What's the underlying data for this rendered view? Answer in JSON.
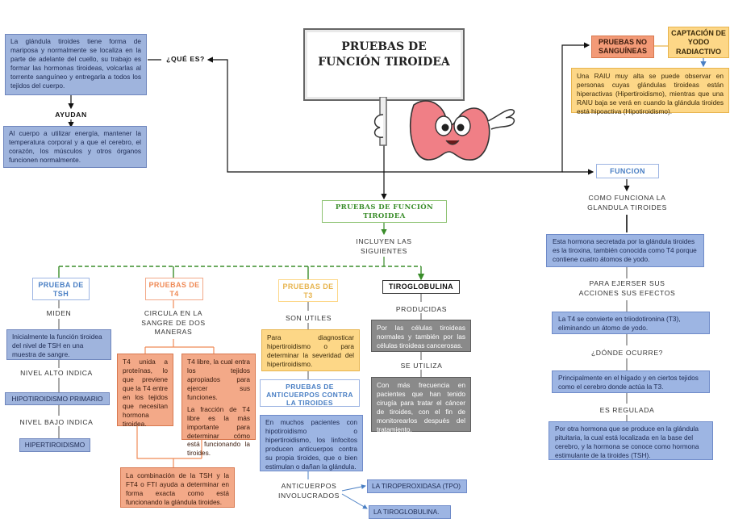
{
  "main_title": "PRUEBAS DE FUNCIÓN TIROIDEA",
  "center_title": "PRUEBAS DE FUNCIÓN TIROIDEA",
  "que_es": {
    "label": "¿QUÉ ES?",
    "text": "La glándula tiroides tiene forma de mariposa y normalmente se localiza en la parte de adelante del cuello, su trabajo es formar las hormonas tiroideas, volcarlas al torrente sanguíneo y entregarla a todos los tejidos del cuerpo.",
    "ayudan_label": "AYUDAN",
    "ayudan_text": "Al cuerpo a utilizar energía, mantener la temperatura corporal y a que el cerebro, el corazón, los músculos y otros órganos funcionen normalmente."
  },
  "no_sanguineas": {
    "label": "PRUEBAS NO SANGUÍNEAS",
    "captacion": "CAPTACIÓN DE YODO RADIACTIVO",
    "text": "Una RAIU muy alta se puede observar en personas cuyas glándulas tiroideas están hiperactivas (Hipertiroidismo), mientras que una RAIU baja se verá en cuando la glándula tiroides está hipoactiva (Hipotiroidismo)."
  },
  "funcion": {
    "label": "FUNCION",
    "como": "COMO FUNCIONA LA GLANDULA TIROIDES",
    "text1": "Esta hormona secretada por la glándula tiroides es la tiroxina, también conocida como T4 porque contiene cuatro átomos de yodo.",
    "para": "PARA EJERSER SUS ACCIONES SUS EFECTOS",
    "text2": "La T4 se convierte en triiodotironina (T3), eliminando un átomo de yodo.",
    "donde": "¿DÓNDE OCURRE?",
    "text3": "Principalmente en el hígado y en ciertos tejidos como el cerebro donde actúa la T3.",
    "regulada": "ES REGULADA",
    "text4": "Por otra hormona que se produce en la glándula pituitaria, la cual está localizada en la base del cerebro, y la hormona se conoce como hormona estimulante de la tiroides (TSH)."
  },
  "incluyen": "INCLUYEN LAS SIGUIENTES",
  "tsh": {
    "label": "PRUEBA DE TSH",
    "miden": "MIDEN",
    "text": "Inicialmente la función tiroidea del nivel de TSH en una muestra de sangre.",
    "alto": "NIVEL ALTO INDICA",
    "hipo": "HIPOTIROIDISMO PRIMARIO",
    "bajo": "NIVEL BAJO INDICA",
    "hiper": "HIPERTIROIDISMO"
  },
  "t4": {
    "label": "PRUEBAS DE T4",
    "circula": "CIRCULA EN LA SANGRE DE DOS MANERAS",
    "left": "T4 unida a proteínas, lo que previene que la T4 entre en los tejidos que necesitan hormona tiroidea.",
    "right1": "T4 libre, la cual entra los tejidos apropiados para ejercer sus funciones.",
    "right2": "La fracción de T4 libre es la más importante para determinar cómo está funcionando la tiroides.",
    "combo": "La combinación de la TSH y la FT4 o FTI ayuda a determinar en forma exacta como está funcionando la glándula tiroides."
  },
  "t3": {
    "label": "PRUEBAS DE T3",
    "utiles": "SON UTILES",
    "text": "Para diagnosticar hipertiroidismo o para determinar la severidad del hipertiroidismo."
  },
  "anticuerpos": {
    "label": "PRUEBAS DE ANTICUERPOS CONTRA LA TIROIDES",
    "text": "En muchos pacientes con hipotiroidismo o hipertiroidismo, los linfocitos producen anticuerpos contra su propia tiroides, que o bien estimulan o dañan la glándula.",
    "involucrados": "ANTICUERPOS INVOLUCRADOS",
    "tpo": "LA TIROPEROXIDASA (TPO)",
    "tiro": "LA TIROGLOBULINA."
  },
  "tiroglobulina": {
    "label": "TIROGLOBULINA",
    "producidas": "PRODUCIDAS",
    "text1": "Por las células tiroideas normales y también por las células tiroideas cancerosas.",
    "utiliza": "SE UTILIZA",
    "text2": "Con más frecuencia en pacientes que han tenido cirugía para tratar el cáncer de tiroides, con el fin de monitorearlos después del tratamiento."
  },
  "colors": {
    "blue": "#9fb4dd",
    "orange": "#f3a988",
    "yellow": "#fdd787",
    "gray": "#8a8a8a",
    "green": "#5aa83c"
  }
}
